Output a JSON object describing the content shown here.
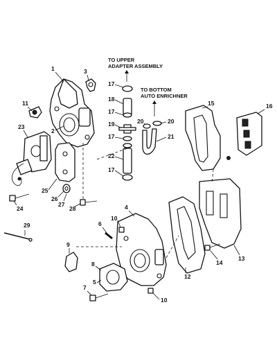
{
  "notes": {
    "upper_line1": "TO UPPER",
    "upper_line2": "ADAPTER ASSEMBLY",
    "bottom_line1": "TO BOTTOM",
    "bottom_line2": "AUTO ENRICHNER"
  },
  "callouts": [
    "1",
    "2",
    "3",
    "4",
    "5",
    "6",
    "7",
    "8",
    "9",
    "10",
    "10",
    "11",
    "12",
    "13",
    "14",
    "15",
    "16",
    "17",
    "17",
    "17",
    "17",
    "18",
    "19",
    "20",
    "20",
    "21",
    "22",
    "23",
    "24",
    "25",
    "26",
    "27",
    "28",
    "29"
  ]
}
